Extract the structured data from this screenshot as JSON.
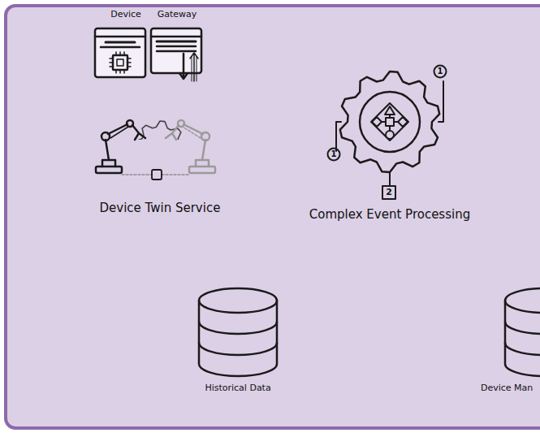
{
  "diagram": {
    "labels": [
      "Device",
      "Gateway",
      "Device Twin Service",
      "1",
      "1",
      "2",
      "Complex Event Processing",
      "Historical Data",
      "Device Man"
    ]
  }
}
